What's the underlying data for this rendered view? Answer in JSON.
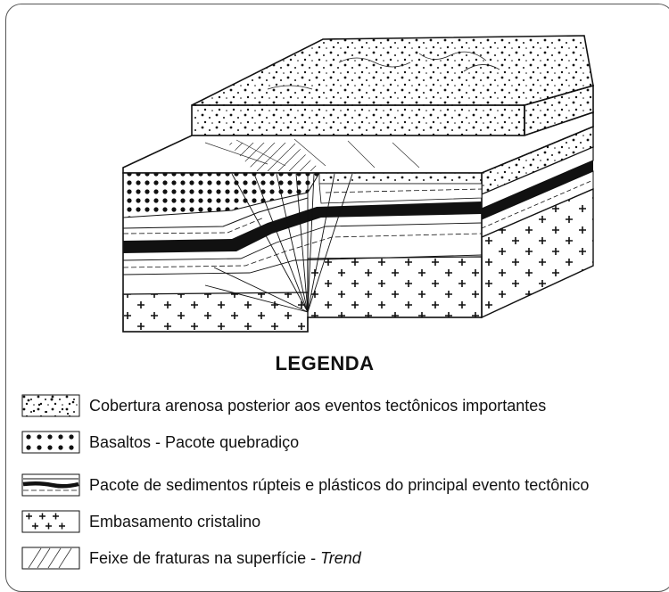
{
  "legend": {
    "title": "LEGENDA",
    "items": [
      {
        "key": "sand",
        "label": "Cobertura arenosa posterior aos eventos tectônicos importantes",
        "label_italic": ""
      },
      {
        "key": "basalt",
        "label": "Basaltos - Pacote quebradiço",
        "label_italic": ""
      },
      {
        "key": "sediment",
        "label": "Pacote de sedimentos rúpteis e plásticos do principal evento tectônico",
        "label_italic": ""
      },
      {
        "key": "basement",
        "label": "Embasamento cristalino",
        "label_italic": ""
      },
      {
        "key": "fractures",
        "label": "Feixe de fraturas na superfície - ",
        "label_italic": "Trend"
      }
    ]
  },
  "colors": {
    "ink": "#111111",
    "paper": "#ffffff",
    "frame": "#555555"
  }
}
